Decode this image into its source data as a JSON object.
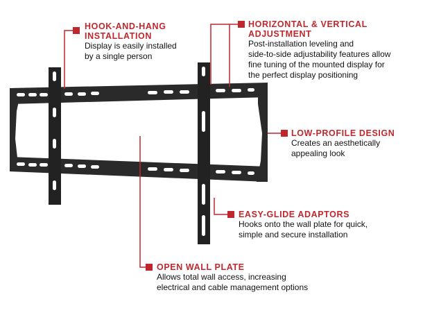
{
  "accent_color": "#c0272d",
  "callouts": {
    "hook_and_hang": {
      "title_line1": "HOOK-AND-HANG",
      "title_line2": "INSTALLATION",
      "desc_line1": "Display is easily installed",
      "desc_line2": "by a single person"
    },
    "adjustment": {
      "title_line1": "HORIZONTAL & VERTICAL",
      "title_line2": "ADJUSTMENT",
      "desc_line1": "Post-installation leveling and",
      "desc_line2": "side-to-side adjustability features allow",
      "desc_line3": "fine tuning of the mounted display for",
      "desc_line4": "the perfect display positioning"
    },
    "low_profile": {
      "title": "LOW-PROFILE DESIGN",
      "desc_line1": "Creates an aesthetically",
      "desc_line2": "appealing look"
    },
    "easy_glide": {
      "title": "EASY-GLIDE ADAPTORS",
      "desc_line1": "Hooks onto the wall plate for quick,",
      "desc_line2": "simple and secure installation"
    },
    "open_wall_plate": {
      "title": "OPEN WALL PLATE",
      "desc_line1": "Allows total wall access, increasing",
      "desc_line2": "electrical and cable management options"
    }
  }
}
